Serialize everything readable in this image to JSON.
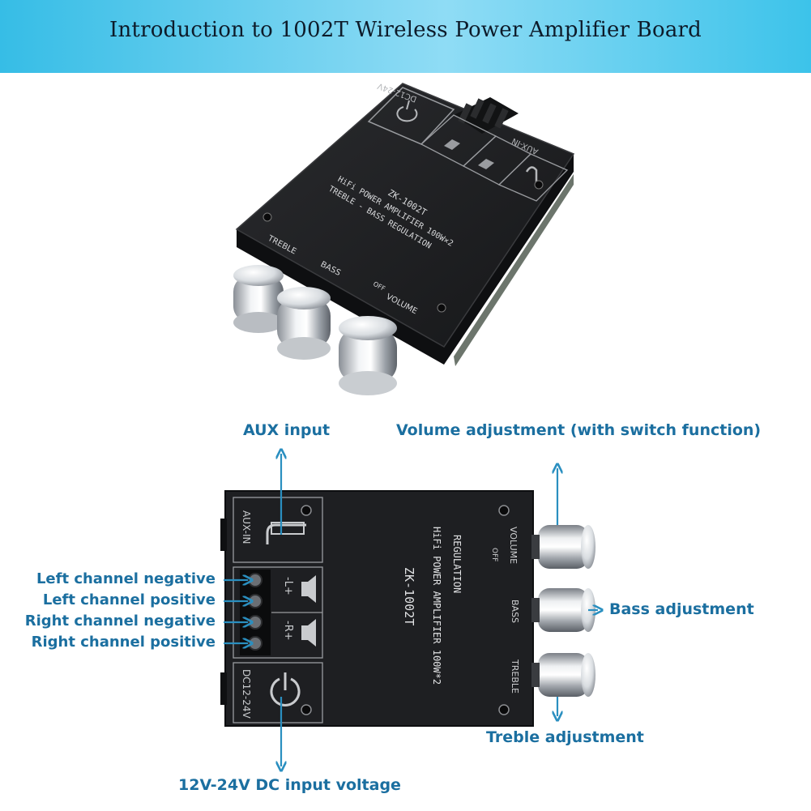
{
  "header": {
    "title": "Introduction to 1002T Wireless Power Amplifier Board"
  },
  "board_photo": {
    "model": "ZK-1002T",
    "line1": "HiFi POWER AMPLIFIER 100W×2",
    "line2": "TREBLE - BASS REGULATION",
    "knob_labels": {
      "treble": "TREBLE",
      "bass": "BASS",
      "volume": "VOLUME",
      "off": "OFF"
    },
    "aux_label": "AUX-IN",
    "dc_label": "DC12-24V"
  },
  "board_top": {
    "model": "ZK-1002T",
    "line1": "HiFi POWER AMPLIFIER 100W*2",
    "line2": "REGULATION",
    "aux_label": "AUX-IN",
    "dc_label": "DC12-24V",
    "left_label": "-L+",
    "right_label": "-R+",
    "volume_label": "VOLUME",
    "off_label": "OFF",
    "bass_label": "BASS",
    "treble_label": "TREBLE"
  },
  "callouts": {
    "aux_input": "AUX input",
    "volume": "Volume adjustment (with switch function)",
    "left_negative": "Left channel negative",
    "left_positive": "Left channel positive",
    "right_negative": "Right channel negative",
    "right_positive": "Right channel positive",
    "bass": "Bass adjustment",
    "treble": "Treble adjustment",
    "dc_input": "12V-24V DC input voltage"
  },
  "colors": {
    "header": "#5ccdf0",
    "callout_text": "#1b6fa0",
    "arrow": "#2a8fc0",
    "board": "#1e1f22"
  },
  "icons": [
    "headphone-jack-icon",
    "speaker-icon",
    "power-icon",
    "screw-icon",
    "arrow-icon"
  ]
}
